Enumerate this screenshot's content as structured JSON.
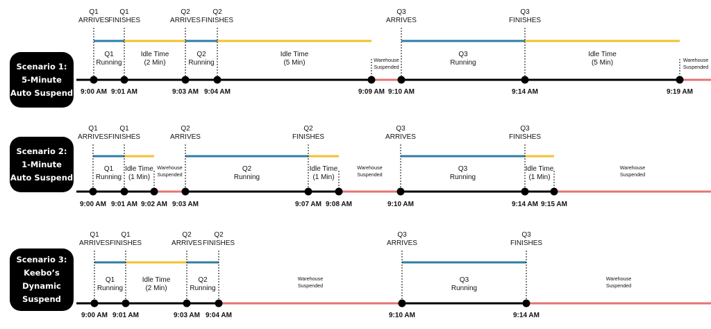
{
  "colors": {
    "running": "#2e7ca5",
    "idle": "#f2c12e",
    "suspended": "#e57373",
    "axis": "#000000"
  },
  "scenarios": [
    {
      "badge": [
        "Scenario 1:",
        "5-Minute",
        "Auto Suspend"
      ],
      "events": [
        {
          "id": "e0",
          "lines": [
            "Q1",
            "ARRIVES"
          ],
          "time": "9:00 AM"
        },
        {
          "id": "e1",
          "lines": [
            "Q1",
            "FINISHES"
          ],
          "time": "9:01 AM"
        },
        {
          "id": "e2",
          "lines": [
            "Q2",
            "ARRIVES"
          ],
          "time": "9:03 AM"
        },
        {
          "id": "e3",
          "lines": [
            "Q2",
            "FINISHES"
          ],
          "time": "9:04 AM"
        },
        {
          "id": "e4",
          "lines": [],
          "time": "9:09 AM"
        },
        {
          "id": "e5",
          "lines": [
            "Q3",
            "ARRIVES"
          ],
          "time": "9:10 AM"
        },
        {
          "id": "e6",
          "lines": [
            "Q3",
            "FINISHES"
          ],
          "time": "9:14 AM"
        },
        {
          "id": "e7",
          "lines": [],
          "time": "9:19 AM"
        }
      ],
      "segments": [
        {
          "from": "e0",
          "to": "e1",
          "state": "running",
          "lines": [
            "Q1",
            "Running"
          ]
        },
        {
          "from": "e1",
          "to": "e2",
          "state": "idle",
          "lines": [
            "Idle Time",
            "(2 Min)"
          ]
        },
        {
          "from": "e2",
          "to": "e3",
          "state": "running",
          "lines": [
            "Q2",
            "Running"
          ]
        },
        {
          "from": "e3",
          "to": "e4",
          "state": "idle",
          "lines": [
            "Idle Time",
            "(5 Min)"
          ]
        },
        {
          "from": "e4",
          "to": "e5",
          "state": "suspended",
          "lines": [
            "Warehouse",
            "Suspended"
          ]
        },
        {
          "from": "e5",
          "to": "e6",
          "state": "running",
          "lines": [
            "Q3",
            "Running"
          ]
        },
        {
          "from": "e6",
          "to": "e7",
          "state": "idle",
          "lines": [
            "Idle Time",
            "(5 Min)"
          ]
        },
        {
          "from": "e7",
          "to": "end",
          "state": "suspended",
          "lines": [
            "Warehouse",
            "Suspended"
          ]
        }
      ]
    },
    {
      "badge": [
        "Scenario 2:",
        "1-Minute",
        "Auto Suspend"
      ],
      "events": [
        {
          "id": "e0",
          "lines": [
            "Q1",
            "ARRIVES"
          ],
          "time": "9:00 AM"
        },
        {
          "id": "e1",
          "lines": [
            "Q1",
            "FINISHES"
          ],
          "time": "9:01 AM"
        },
        {
          "id": "e2",
          "lines": [],
          "time": "9:02 AM"
        },
        {
          "id": "e3",
          "lines": [
            "Q2",
            "ARRIVES"
          ],
          "time": "9:03 AM"
        },
        {
          "id": "e4",
          "lines": [
            "Q2",
            "FINISHES"
          ],
          "time": "9:07 AM"
        },
        {
          "id": "e5",
          "lines": [],
          "time": "9:08 AM"
        },
        {
          "id": "e6",
          "lines": [
            "Q3",
            "ARRIVES"
          ],
          "time": "9:10 AM"
        },
        {
          "id": "e7",
          "lines": [
            "Q3",
            "FINISHES"
          ],
          "time": "9:14 AM"
        },
        {
          "id": "e8",
          "lines": [],
          "time": "9:15 AM"
        }
      ],
      "segments": [
        {
          "from": "e0",
          "to": "e1",
          "state": "running",
          "lines": [
            "Q1",
            "Running"
          ]
        },
        {
          "from": "e1",
          "to": "e2",
          "state": "idle",
          "lines": [
            "Idle Time",
            "(1 Min)"
          ]
        },
        {
          "from": "e2",
          "to": "e3",
          "state": "suspended",
          "lines": [
            "Warehouse",
            "Suspended"
          ]
        },
        {
          "from": "e3",
          "to": "e4",
          "state": "running",
          "lines": [
            "Q2",
            "Running"
          ]
        },
        {
          "from": "e4",
          "to": "e5",
          "state": "idle",
          "lines": [
            "Idle Time",
            "(1 Min)"
          ]
        },
        {
          "from": "e5",
          "to": "e6",
          "state": "suspended",
          "lines": [
            "Warehouse",
            "Suspended"
          ]
        },
        {
          "from": "e6",
          "to": "e7",
          "state": "running",
          "lines": [
            "Q3",
            "Running"
          ]
        },
        {
          "from": "e7",
          "to": "e8",
          "state": "idle",
          "lines": [
            "Idle Time",
            "(1 Min)"
          ]
        },
        {
          "from": "e8",
          "to": "end",
          "state": "suspended",
          "lines": [
            "Warehouse",
            "Suspended"
          ]
        }
      ]
    },
    {
      "badge": [
        "Scenario 3:",
        "Keebo’s",
        "Dynamic",
        "Suspend"
      ],
      "events": [
        {
          "id": "e0",
          "lines": [
            "Q1",
            "ARRIVES"
          ],
          "time": "9:00 AM"
        },
        {
          "id": "e1",
          "lines": [
            "Q1",
            "FINISHES"
          ],
          "time": "9:01 AM"
        },
        {
          "id": "e2",
          "lines": [
            "Q2",
            "ARRIVES"
          ],
          "time": "9:03 AM"
        },
        {
          "id": "e3",
          "lines": [
            "Q2",
            "FINISHES"
          ],
          "time": "9:04 AM"
        },
        {
          "id": "e4",
          "lines": [
            "Q3",
            "ARRIVES"
          ],
          "time": "9:10 AM"
        },
        {
          "id": "e5",
          "lines": [
            "Q3",
            "FINISHES"
          ],
          "time": "9:14 AM"
        }
      ],
      "segments": [
        {
          "from": "e0",
          "to": "e1",
          "state": "running",
          "lines": [
            "Q1",
            "Running"
          ]
        },
        {
          "from": "e1",
          "to": "e2",
          "state": "idle",
          "lines": [
            "Idle Time",
            "(2 Min)"
          ]
        },
        {
          "from": "e2",
          "to": "e3",
          "state": "running",
          "lines": [
            "Q2",
            "Running"
          ]
        },
        {
          "from": "e3",
          "to": "e4",
          "state": "suspended",
          "lines": [
            "Warehouse",
            "Suspended"
          ]
        },
        {
          "from": "e4",
          "to": "e5",
          "state": "running",
          "lines": [
            "Q3",
            "Running"
          ]
        },
        {
          "from": "e5",
          "to": "end",
          "state": "suspended",
          "lines": [
            "Warehouse",
            "Suspended"
          ]
        }
      ]
    }
  ]
}
